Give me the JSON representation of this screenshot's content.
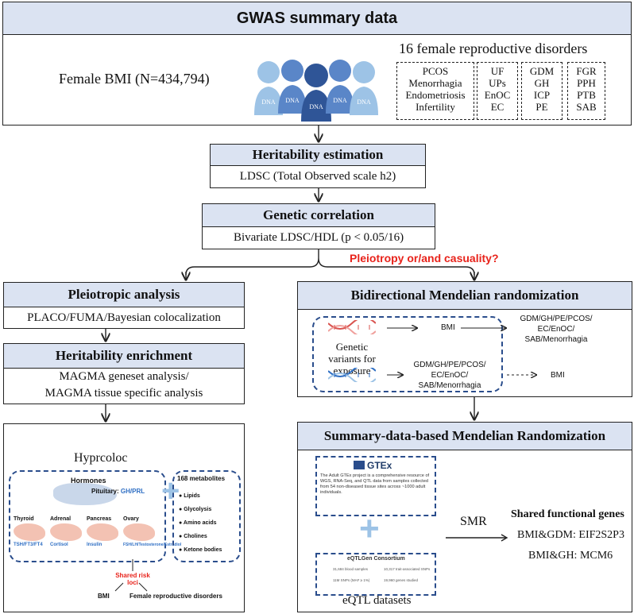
{
  "gwas": {
    "title": "GWAS summary data",
    "female_bmi": "Female BMI (N=434,794)",
    "disorders_title": "16 female reproductive disorders",
    "groups": [
      [
        "PCOS",
        "Menorrhagia",
        "Endometriosis",
        "Infertility"
      ],
      [
        "UF",
        "UPs",
        "EnOC",
        "EC"
      ],
      [
        "GDM",
        "GH",
        "ICP",
        "PE"
      ],
      [
        "FGR",
        "PPH",
        "PTB",
        "SAB"
      ]
    ]
  },
  "heritability": {
    "title": "Heritability estimation",
    "method": "LDSC (Total Observed scale h2)"
  },
  "genetic_correlation": {
    "title": "Genetic correlation",
    "method": "Bivariate LDSC/HDL (p < 0.05/16)"
  },
  "pleiotropy_question": "Pleiotropy or/and casuality?",
  "pleiotropic": {
    "title": "Pleiotropic analysis",
    "method": "PLACO/FUMA/Bayesian colocalization"
  },
  "enrichment": {
    "title": "Heritability enrichment",
    "line1": "MAGMA geneset analysis/",
    "line2": "MAGMA tissue specific analysis"
  },
  "hyprcoloc": {
    "title": "Hyprcoloc",
    "hormones_title": "Hormones",
    "pituitary_label": "Pituitary:",
    "pituitary_value": "GH/PRL",
    "glands": [
      {
        "name": "Thyroid",
        "hormone": "TSH/FT3/FT4"
      },
      {
        "name": "Adrenal",
        "hormone": "Cortisol"
      },
      {
        "name": "Pancreas",
        "hormone": "Insulin"
      },
      {
        "name": "Ovary",
        "hormone": "FSH/LH/Testosterone/Estradiol"
      }
    ],
    "plus": "+",
    "metabolites_title": "168 metabolites",
    "metabolites": [
      "Lipids",
      "Glycolysis",
      "Amino acids",
      "Cholines",
      "Ketone bodies"
    ],
    "shared_risk": "Shared risk loci",
    "bmi": "BMI",
    "female_disorders": "Female reproductive disorders"
  },
  "mr": {
    "title": "Bidirectional Mendelian randomization",
    "genetic_variants": "Genetic variants for exposure",
    "row1_left": "BMI",
    "row1_right": "GDM/GH/PE/PCOS/ EC/EnOC/ SAB/Menorrhagia",
    "row2_left": "GDM/GH/PE/PCOS/ EC/EnOC/ SAB/Menorrhagia",
    "row2_right": "BMI"
  },
  "smr": {
    "title": "Summary-data-based Mendelian Randomization",
    "gtex_logo": "GTEx",
    "gtex_text": "The Adult GTEx project is a comprehensive resource of WGS, RNA-Seq, and QTL data from samples collected from 54 non-diseased tissue sites across ~1000 adult individuals.",
    "plus": "+",
    "eqtlgen_title": "eQTLGen Consortium",
    "eqtlgen_stat1": "31,684 blood samples",
    "eqtlgen_stat2": "10,317 trait-associated SNPs",
    "eqtlgen_stat3": "11M SNPs (MAF ≥ 1%)",
    "eqtlgen_stat4": "19,960 genes studied",
    "eqtl_datasets": "eQTL datasets",
    "arrow_label": "SMR",
    "shared_title": "Shared functional genes",
    "gene1": "BMI&GDM: EIF2S2P3",
    "gene2": "BMI&GH: MCM6"
  },
  "colors": {
    "header": "#dbe3f2",
    "accent_red": "#e8231b",
    "dash_blue": "#2a4d8c",
    "person_dark": "#2f5597",
    "person_mid": "#5a86c8",
    "person_light": "#9dc3e6"
  }
}
